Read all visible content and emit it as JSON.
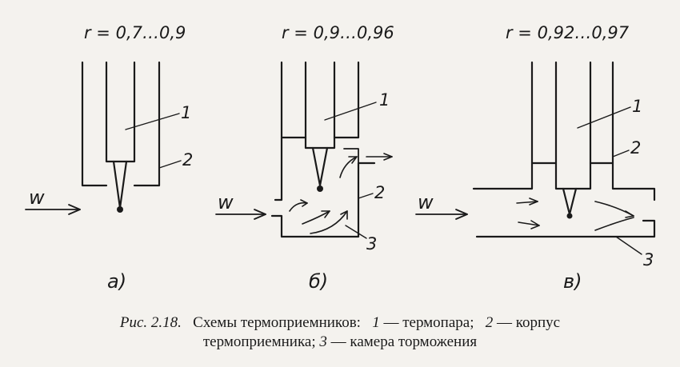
{
  "schemes": {
    "a": {
      "r_label": "r = 0,7…0,9",
      "letter": "а)",
      "w_label": "w",
      "num1": "1",
      "num2": "2"
    },
    "b": {
      "r_label": "r = 0,9…0,96",
      "letter": "б)",
      "w_label": "w",
      "num1": "1",
      "num2": "2",
      "num3": "3"
    },
    "v": {
      "r_label": "r = 0,92…0,97",
      "letter": "в)",
      "w_label": "w",
      "num1": "1",
      "num2": "2",
      "num3": "3"
    }
  },
  "caption": {
    "prefix": "Рис. 2.18.",
    "title": "Схемы термоприемников:",
    "n1": "1",
    "t1": "— термопара;",
    "n2": "2",
    "t2": "— корпус",
    "t2b": "термоприемника;",
    "n3": "3",
    "t3": "— камера торможения"
  }
}
